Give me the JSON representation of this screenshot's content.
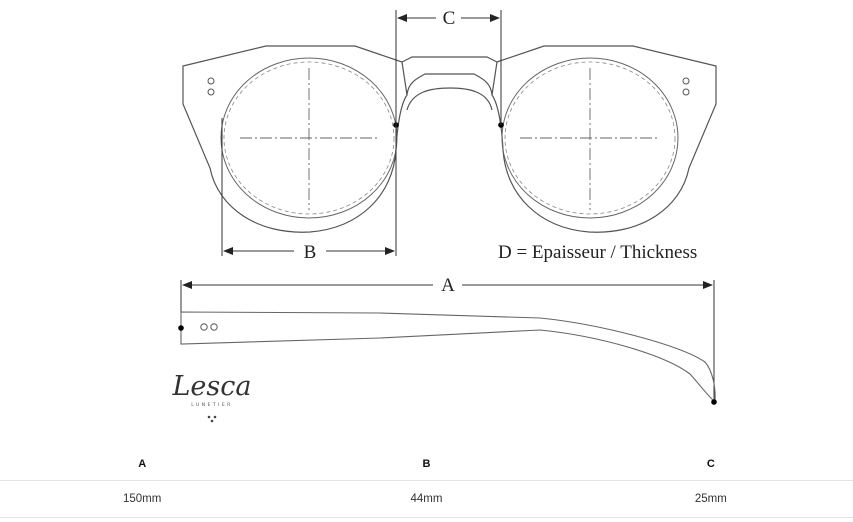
{
  "diagram": {
    "labels": {
      "a": "A",
      "b": "B",
      "c": "C"
    },
    "note": "D = Epaisseur / Thickness",
    "logo": {
      "name": "Lesca",
      "subtitle": "LUNETIER"
    }
  },
  "table": {
    "headers": [
      "A",
      "B",
      "C"
    ],
    "values": [
      "150mm",
      "44mm",
      "25mm"
    ]
  }
}
